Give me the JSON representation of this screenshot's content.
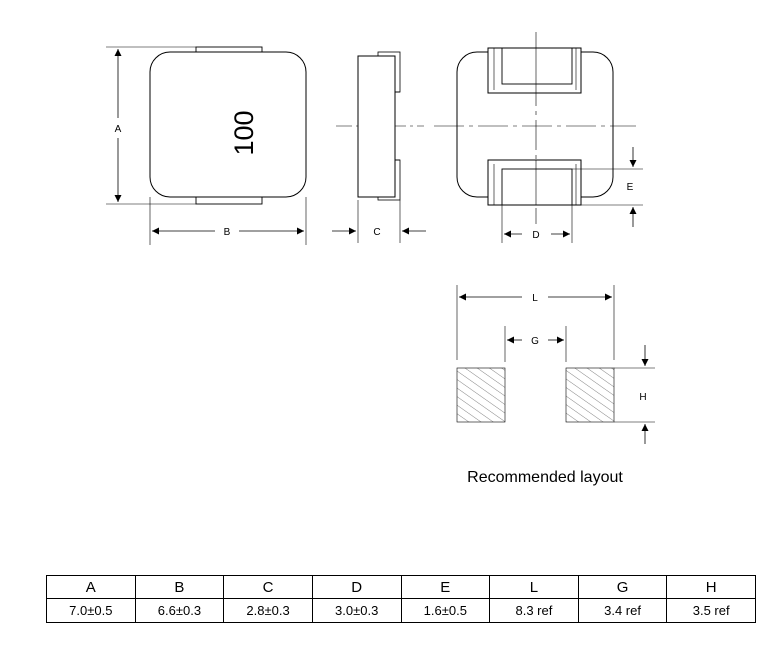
{
  "drawing": {
    "part_marking": "100",
    "labels": {
      "A": "A",
      "B": "B",
      "C": "C",
      "D": "D",
      "E": "E",
      "L": "L",
      "G": "G",
      "H": "H"
    },
    "layout_caption": "Recommended layout"
  },
  "table": {
    "headers": [
      "A",
      "B",
      "C",
      "D",
      "E",
      "L",
      "G",
      "H"
    ],
    "values": [
      "7.0±0.5",
      "6.6±0.3",
      "2.8±0.3",
      "3.0±0.3",
      "1.6±0.5",
      "8.3 ref",
      "3.4 ref",
      "3.5 ref"
    ]
  }
}
